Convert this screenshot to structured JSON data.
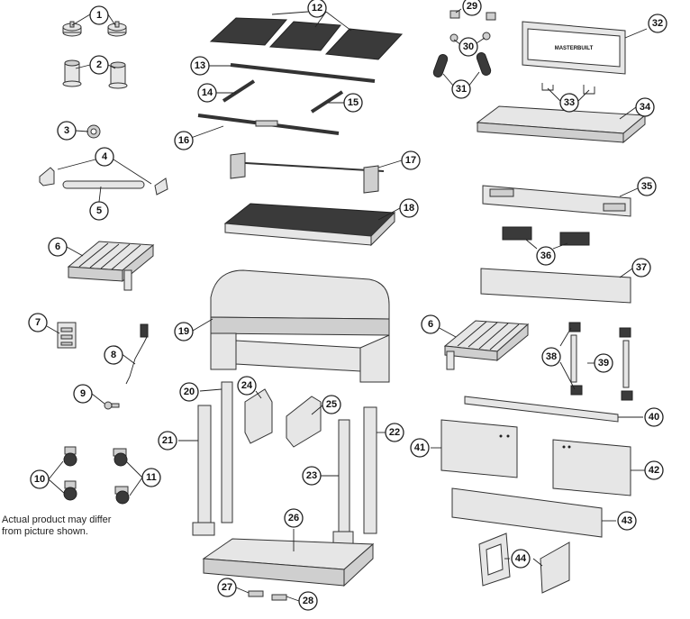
{
  "disclaimer": [
    "Actual product may differ",
    "from picture shown."
  ],
  "brand_label": "MASTERBUILT",
  "callouts": [
    "1",
    "2",
    "3",
    "4",
    "5",
    "6",
    "7",
    "8",
    "9",
    "10",
    "11",
    "12",
    "13",
    "14",
    "15",
    "16",
    "17",
    "18",
    "19",
    "20",
    "21",
    "22",
    "23",
    "24",
    "25",
    "26",
    "27",
    "28",
    "29",
    "30",
    "31",
    "32",
    "33",
    "34",
    "35",
    "36",
    "37",
    "38",
    "39",
    "40",
    "41",
    "42",
    "43",
    "44",
    "6"
  ]
}
